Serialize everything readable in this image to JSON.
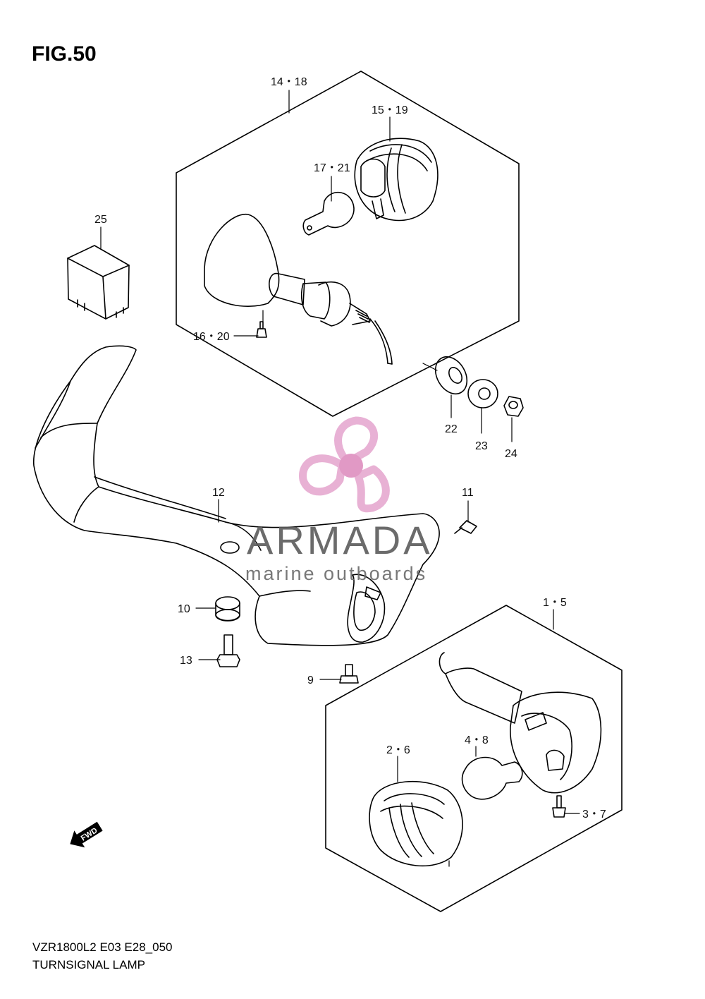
{
  "figure": {
    "title": "FIG.50",
    "model_code": "VZR1800L2 E03 E28_050",
    "caption": "TURNSIGNAL LAMP"
  },
  "callouts": [
    {
      "id": "c-14-18",
      "text": "14・18"
    },
    {
      "id": "c-15-19",
      "text": "15・19"
    },
    {
      "id": "c-17-21",
      "text": "17・21"
    },
    {
      "id": "c-25",
      "text": "25"
    },
    {
      "id": "c-16-20",
      "text": "16・20"
    },
    {
      "id": "c-22",
      "text": "22"
    },
    {
      "id": "c-23",
      "text": "23"
    },
    {
      "id": "c-24",
      "text": "24"
    },
    {
      "id": "c-12",
      "text": "12"
    },
    {
      "id": "c-11",
      "text": "11"
    },
    {
      "id": "c-10",
      "text": "10"
    },
    {
      "id": "c-13",
      "text": "13"
    },
    {
      "id": "c-9",
      "text": "9"
    },
    {
      "id": "c-1-5",
      "text": "1・5"
    },
    {
      "id": "c-2-6",
      "text": "2・6"
    },
    {
      "id": "c-4-8",
      "text": "4・8"
    },
    {
      "id": "c-3-7",
      "text": "3・7"
    }
  ],
  "watermark": {
    "brand": "ARMADA",
    "tagline": "marine outboards",
    "logo_color": "#e6a9d0",
    "logo_center_color": "#de8fbf"
  },
  "direction_arrow": "FWD"
}
